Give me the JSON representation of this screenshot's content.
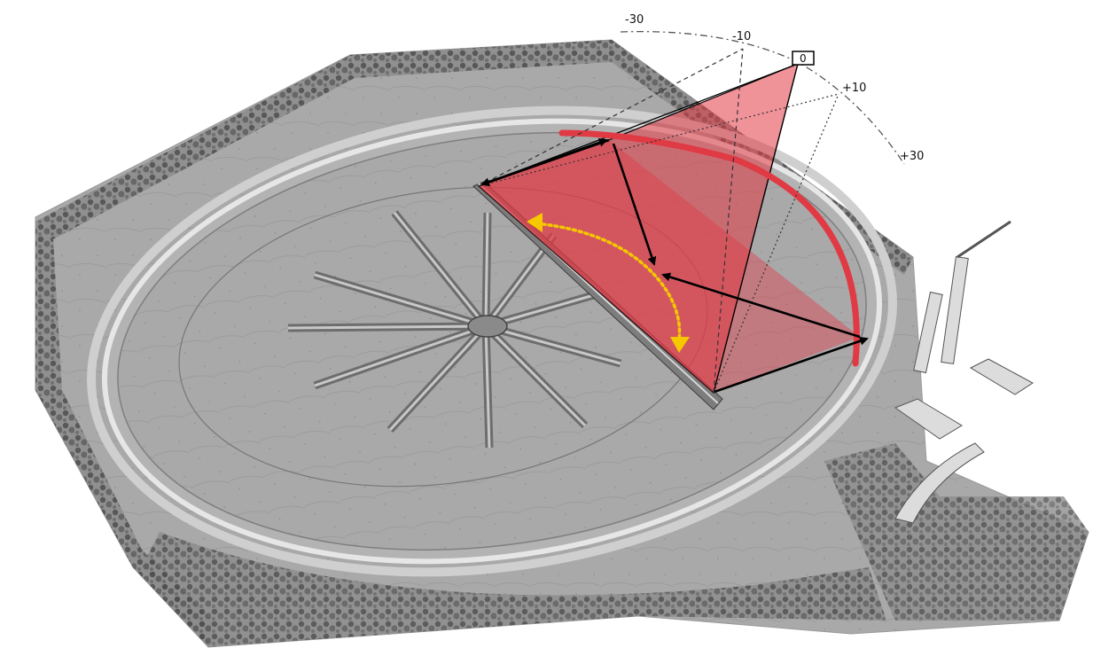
{
  "angle_scale": {
    "labels": {
      "minus_30": "-30",
      "minus_10": "-10",
      "zero": "0",
      "plus_10": "+10",
      "plus_30": "+30"
    },
    "selected": "0"
  },
  "colors": {
    "beam_fill": "#e23a45",
    "beam_fill_opacity": "0.55",
    "track_highlight": "#e03a44",
    "sweep_arrow": "#f5c800",
    "vector_arrows": "#000000",
    "ground": "#a7a7a7",
    "trees": "#5c5c5c",
    "track": "#d9d9d9"
  },
  "icons": {
    "arrow_head": "arrow-head-icon",
    "sweep_arrow": "curved-dotted-arrow-icon"
  }
}
